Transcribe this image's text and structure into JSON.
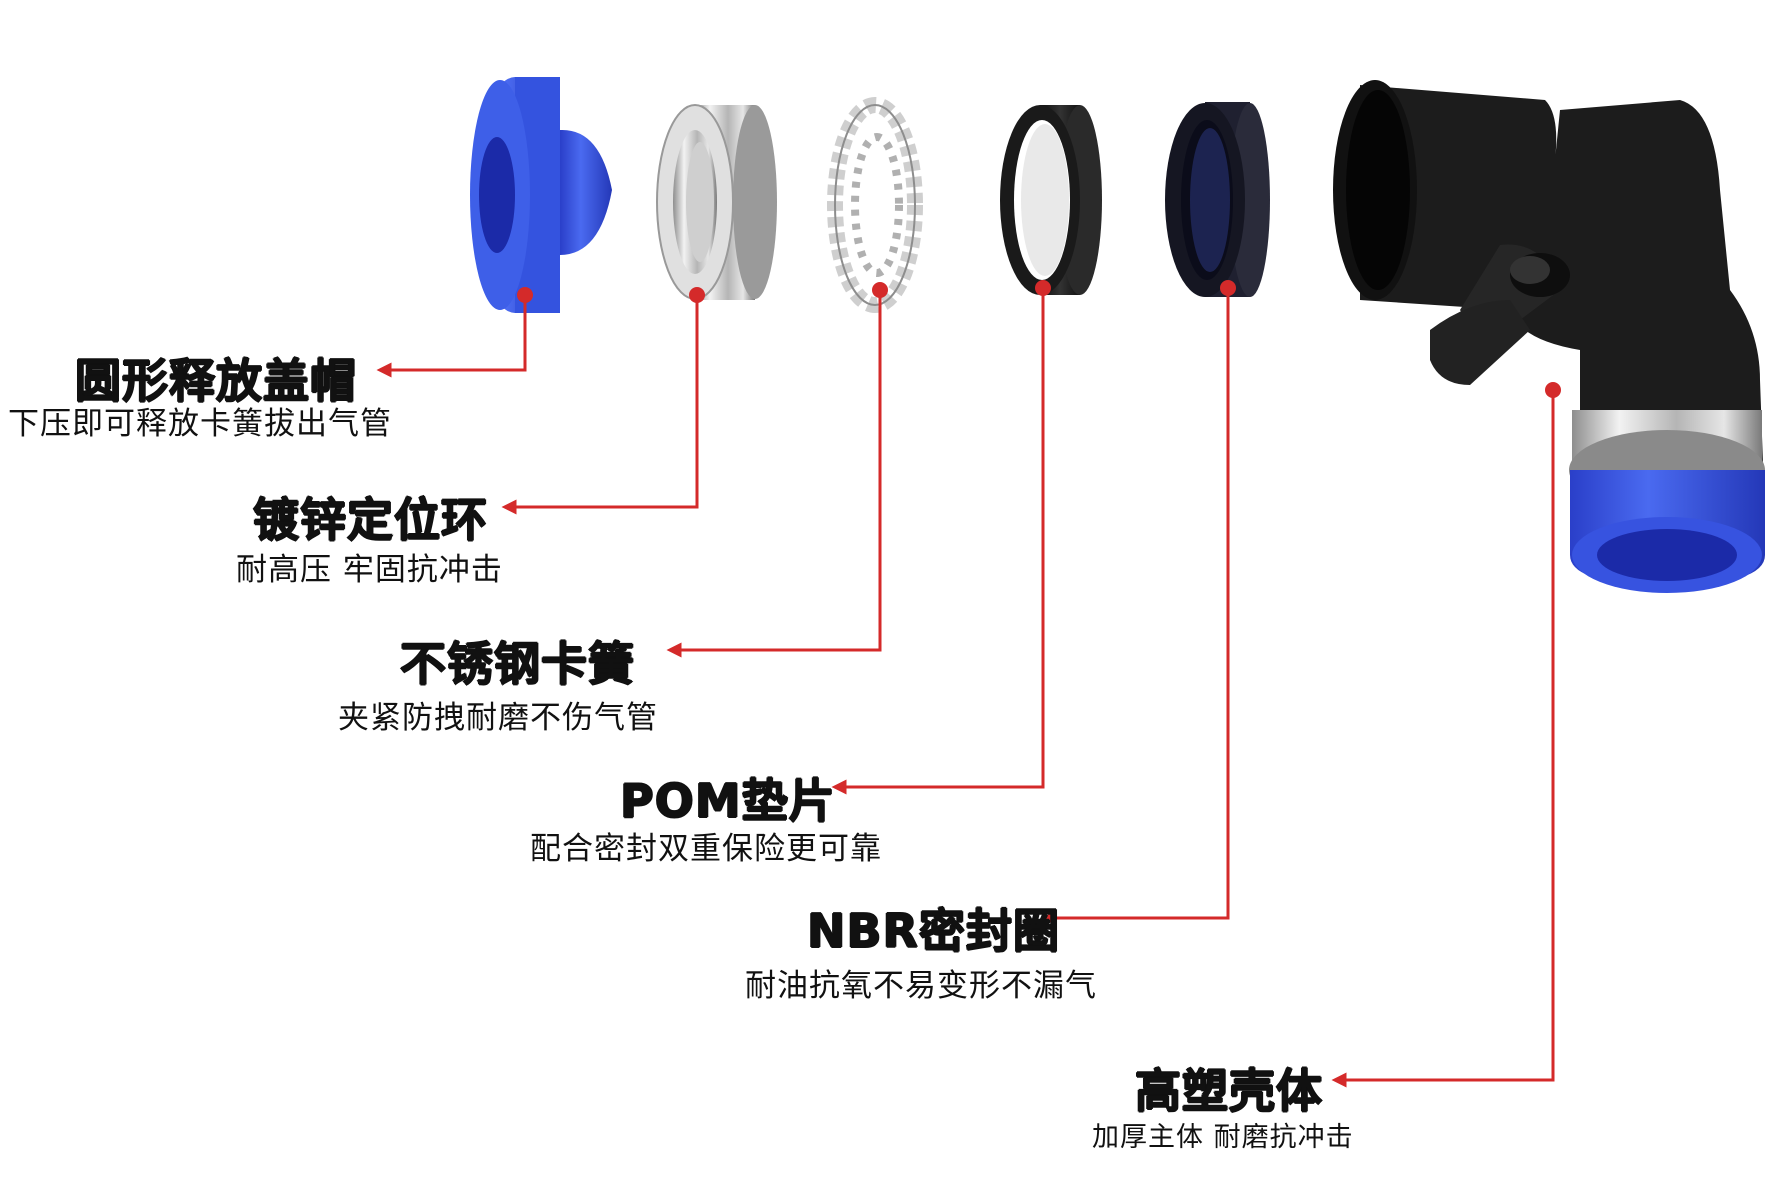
{
  "callouts": [
    {
      "id": "cap",
      "title": "圆形释放盖帽",
      "desc": "下压即可释放卡簧拔出气管"
    },
    {
      "id": "ring",
      "title": "镀锌定位环",
      "desc": "耐高压 牢固抗冲击"
    },
    {
      "id": "clip",
      "title": "不锈钢卡簧",
      "desc": "夹紧防拽耐磨不伤气管"
    },
    {
      "id": "pom",
      "title": "POM垫片",
      "desc": "配合密封双重保险更可靠"
    },
    {
      "id": "nbr",
      "title": "NBR密封圈",
      "desc": "耐油抗氧不易变形不漏气"
    },
    {
      "id": "body",
      "title": "高塑壳体",
      "desc": "加厚主体 耐磨抗冲击"
    }
  ],
  "colors": {
    "leader_line": "#d42a2a",
    "cap_blue": "#2f4fd6",
    "body_black": "#1a1a1a",
    "metal": "#c9c9c9"
  }
}
